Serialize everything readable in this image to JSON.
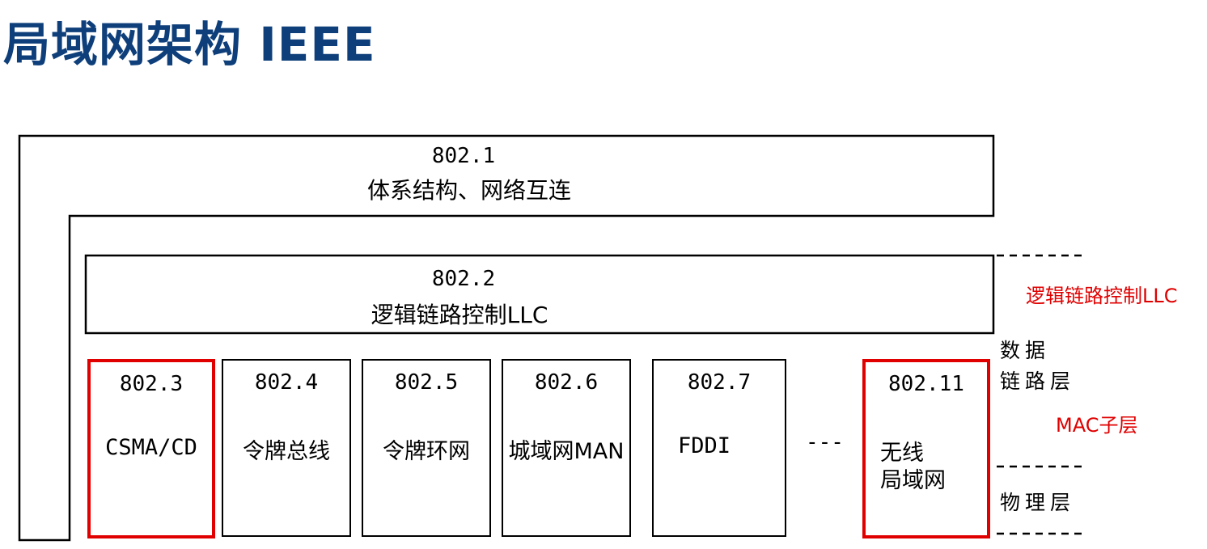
{
  "title": "局域网架构 IEEE",
  "top_block": {
    "num": "802.1",
    "label": "体系结构、网络互连"
  },
  "llc_block": {
    "num": "802.2",
    "label": "逻辑链路控制LLC"
  },
  "mac_boxes": [
    {
      "num": "802.3",
      "label": "CSMA/CD",
      "highlight": true
    },
    {
      "num": "802.4",
      "label": "令牌总线",
      "highlight": false
    },
    {
      "num": "802.5",
      "label": "令牌环网",
      "highlight": false
    },
    {
      "num": "802.6",
      "label": "城域网MAN",
      "highlight": false
    },
    {
      "num": "802.7",
      "label": "FDDI",
      "highlight": false
    },
    {
      "num": "802.11",
      "label_line1": "无线",
      "label_line2": "局域网",
      "highlight": true
    }
  ],
  "ellipsis": "---",
  "layers": {
    "datalink_line1": "数据",
    "datalink_line2": "链路层",
    "physical": "物理层"
  },
  "annotations": {
    "llc": "逻辑链路控制LLC",
    "mac": "MAC子层"
  },
  "colors": {
    "title": "#0e3f7a",
    "highlight": "#e00000"
  }
}
